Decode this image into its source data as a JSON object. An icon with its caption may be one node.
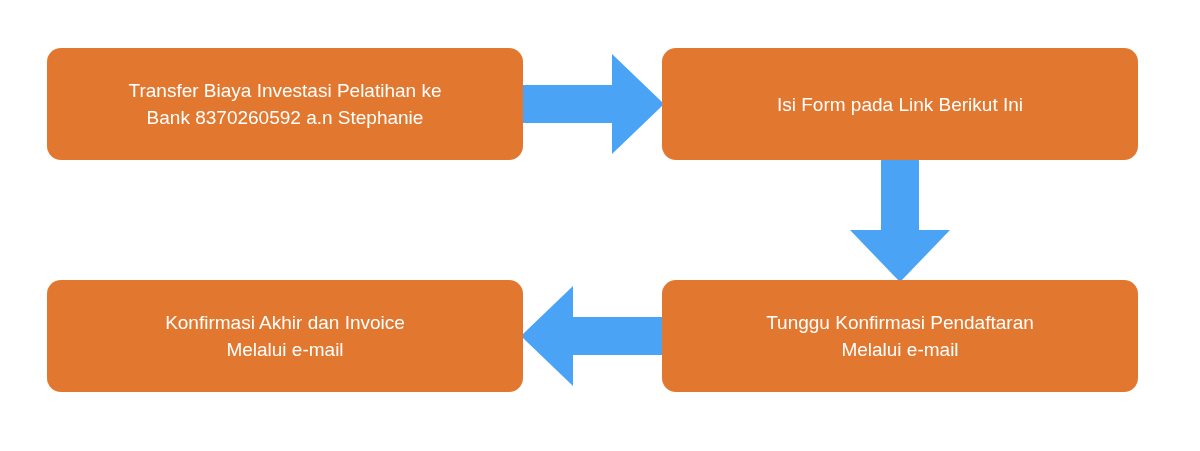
{
  "diagram": {
    "nodes": [
      {
        "text": [
          "Transfer Biaya Investasi Pelatihan ke Bank 8370260592 a.n Stephanie"
        ]
      },
      {
        "text": [
          "Isi Form pada Link Berikut Ini"
        ]
      },
      {
        "text": [
          "Konfirmasi Akhir dan Invoice Melalui e-mail"
        ]
      },
      {
        "text": [
          "Tunggu Konfirmasi Pendaftaran Melalui e-mail"
        ]
      }
    ],
    "edges": [
      {
        "from": 0,
        "to": 1,
        "arrow": "to"
      },
      {
        "from": 1,
        "to": 3,
        "arrow": "to"
      },
      {
        "from": 3,
        "to": 2,
        "arrow": "to"
      }
    ]
  }
}
